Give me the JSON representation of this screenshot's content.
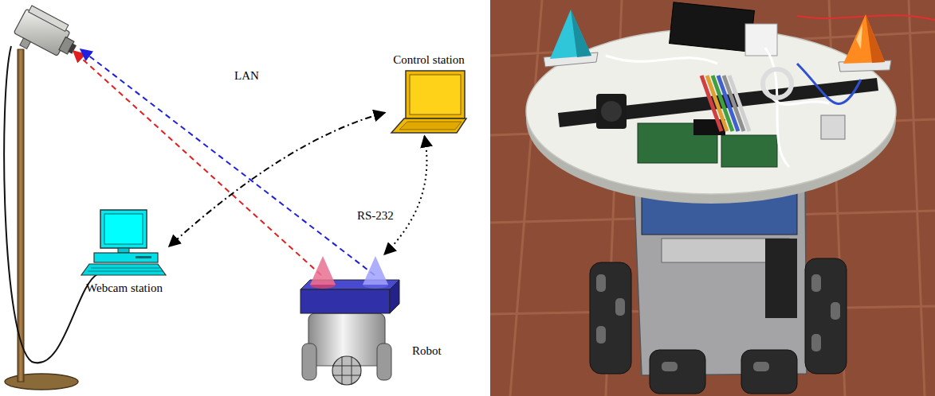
{
  "diagram": {
    "nodes": [
      {
        "text": [
          "Control station"
        ]
      },
      {
        "text": [
          "Webcam station"
        ]
      },
      {
        "text": [
          "Robot"
        ]
      }
    ],
    "edges": [
      {
        "from": 0,
        "to": 1,
        "label": "LAN",
        "arrow": "both"
      },
      {
        "from": 0,
        "to": 2,
        "label": "RS-232",
        "arrow": "both"
      }
    ]
  }
}
